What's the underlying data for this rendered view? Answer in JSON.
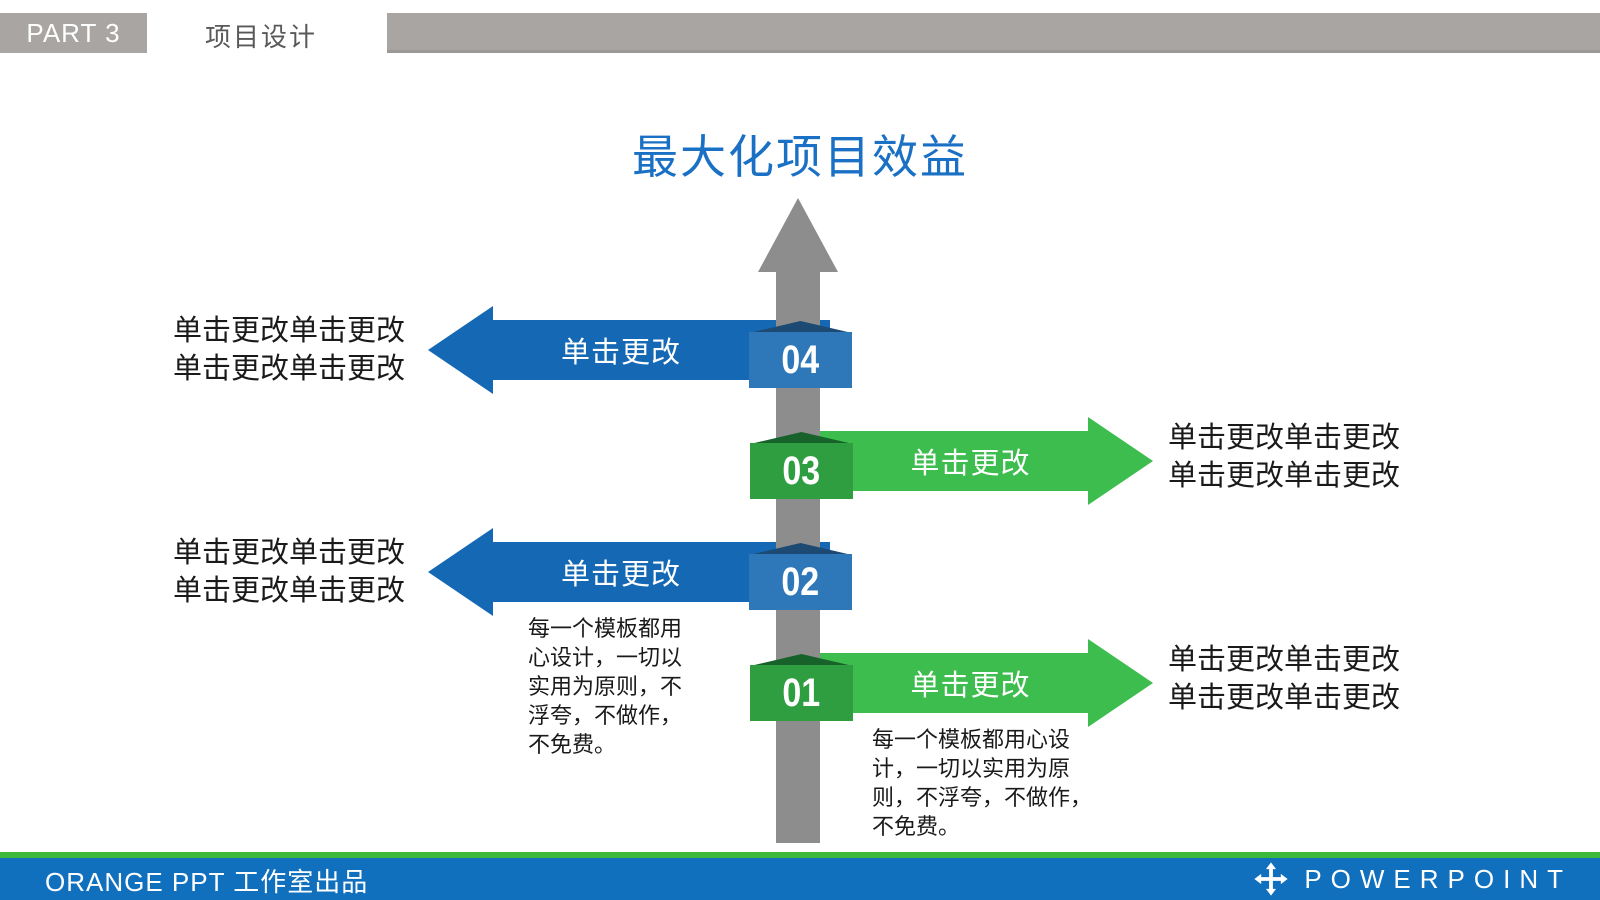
{
  "header": {
    "part_label": "PART 3",
    "section_title": "项目设计"
  },
  "main_title": "最大化项目效益",
  "diagram": {
    "rows": [
      {
        "number": "04",
        "direction": "left",
        "color": "blue",
        "arrow_label": "单击更改",
        "side_lines": [
          "单击更改单击更改",
          "单击更改单击更改"
        ]
      },
      {
        "number": "03",
        "direction": "right",
        "color": "green",
        "arrow_label": "单击更改",
        "side_lines": [
          "单击更改单击更改",
          "单击更改单击更改"
        ]
      },
      {
        "number": "02",
        "direction": "left",
        "color": "blue",
        "arrow_label": "单击更改",
        "side_lines": [
          "单击更改单击更改",
          "单击更改单击更改"
        ]
      },
      {
        "number": "01",
        "direction": "right",
        "color": "green",
        "arrow_label": "单击更改",
        "side_lines": [
          "单击更改单击更改",
          "单击更改单击更改"
        ]
      }
    ],
    "note_left_lines": [
      "每一个模板都用",
      "心设计，一切以",
      "实用为原则，不",
      "浮夸，不做作，",
      "不免费。"
    ],
    "note_right_lines": [
      "每一个模板都用心设",
      "计，一切以实用为原",
      "则，不浮夸，不做作，",
      "不免费。"
    ]
  },
  "footer": {
    "credit": "ORANGE PPT 工作室出品",
    "brand": "POWERPOINT"
  },
  "colors": {
    "blue_arrow": "#1568b3",
    "blue_tag": "#2e77b8",
    "green_arrow": "#3cbd4d",
    "green_tag": "#2e9e41",
    "shaft_gray": "#8d8d8d",
    "title_blue": "#1a70c4",
    "footer_blue": "#1170bd",
    "footer_green": "#3cb93c",
    "header_gray": "#a8a5a2"
  }
}
